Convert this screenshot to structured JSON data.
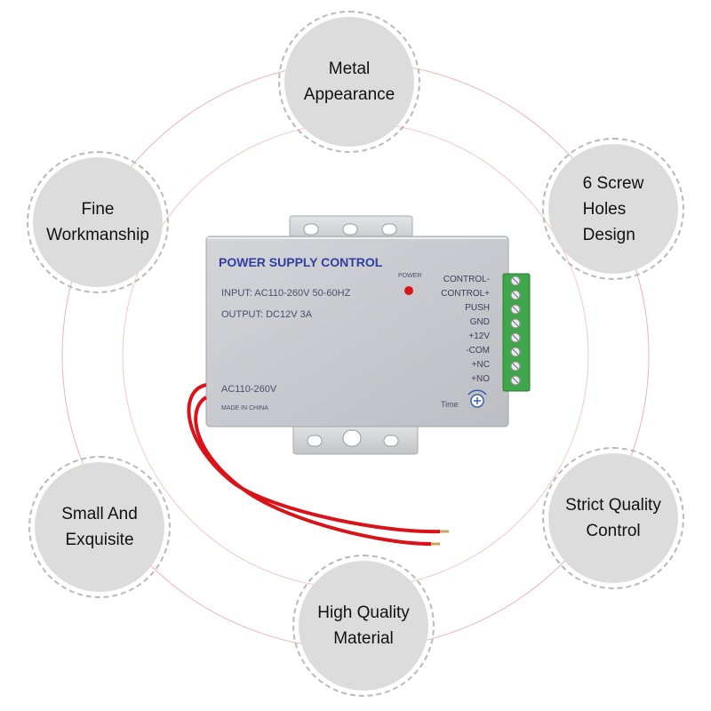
{
  "features": [
    {
      "id": "metal",
      "text": "Metal\nAppearance"
    },
    {
      "id": "screw",
      "text": "6 Screw\n   Holes\n  Design"
    },
    {
      "id": "quality-control",
      "text": "Strict Quality\nControl"
    },
    {
      "id": "material",
      "text": "High Quality\nMaterial"
    },
    {
      "id": "small",
      "text": "Small And\nExquisite"
    },
    {
      "id": "workmanship",
      "text": "Fine\nWorkmanship"
    }
  ],
  "device": {
    "title": "POWER SUPPLY CONTROL",
    "input": "INPUT: AC110-260V 50-60HZ",
    "output": "OUTPUT: DC12V  3A",
    "power_label": "POWER",
    "ac_label": "AC110-260V",
    "made_in": "MADE IN CHINA",
    "time_label": "Time",
    "terminals": [
      "CONTROL-",
      "CONTROL+",
      "PUSH",
      "GND",
      "+12V",
      "-COM",
      "+NC",
      "+NO"
    ]
  },
  "colors": {
    "ring_line": "#e7a9a9",
    "circle_fill": "#dcdcdc",
    "device_body": "#c9cbcf",
    "terminal_block": "#3fa64a",
    "wire": "#d8141a"
  }
}
